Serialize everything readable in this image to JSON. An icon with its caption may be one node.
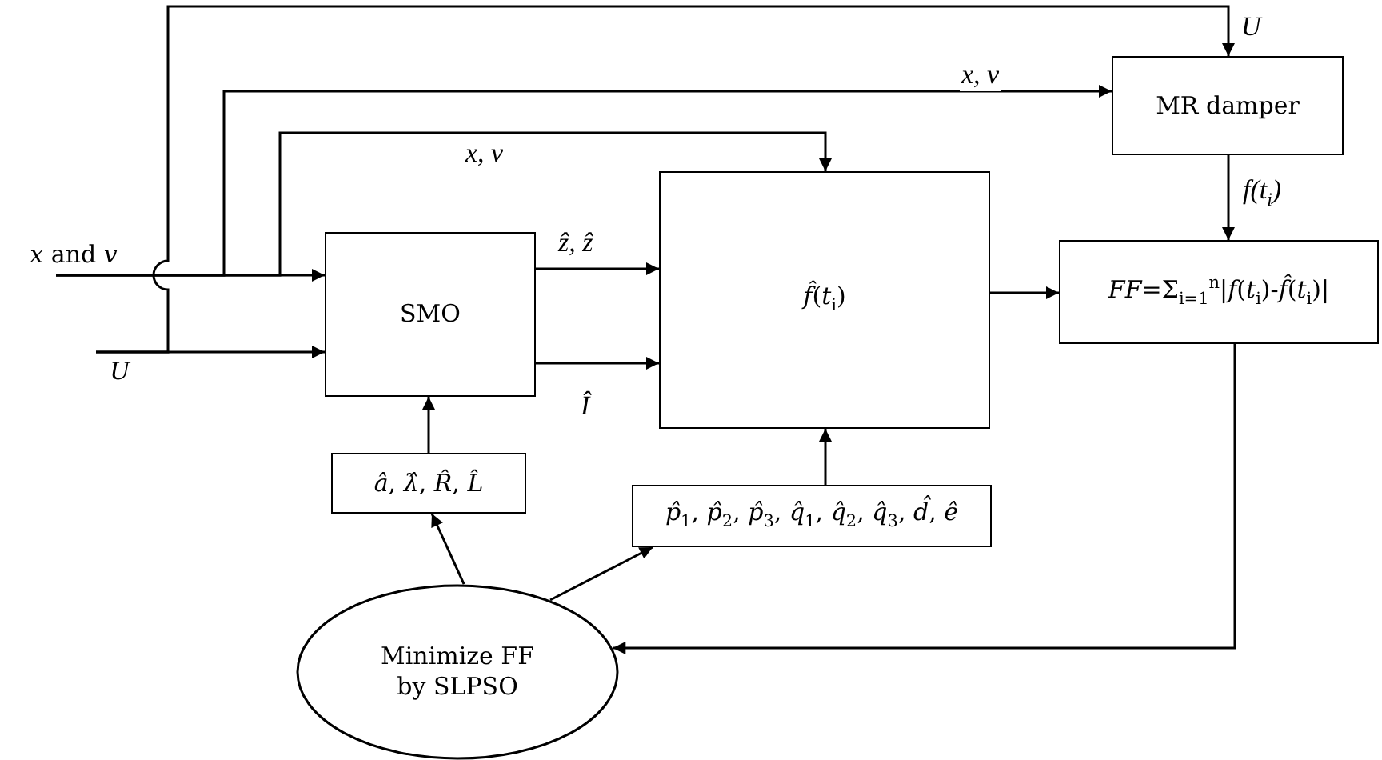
{
  "diagram": {
    "nodes": [
      {
        "text": [
          "*x* and *v*"
        ]
      },
      {
        "text": [
          "U"
        ]
      },
      {
        "text": [
          "SMO"
        ]
      },
      {
        "text": [
          "*f̂*(*t*$_{i}$)"
        ]
      },
      {
        "text": [
          "MR damper"
        ]
      },
      {
        "text": [
          "*FF*=Σ$_{i=1}$$^{n}$|*f*(*t*$_{i}$)-*f̂*(*t*$_{i}$)|"
        ]
      },
      {
        "text": [
          "*â*, *λ̂*, *R̂*, *L̂*"
        ]
      },
      {
        "text": [
          "*p̂*$_{1}$, *p̂*$_{2}$, *p̂*$_{3}$, *q̂*$_{1}$, *q̂*$_{2}$, *q̂*$_{3}$, *d̂*, *ê*"
        ]
      },
      {
        "text": [
          "Minimize FF by SLPSO"
        ]
      }
    ],
    "edges": [
      {
        "from": 0,
        "to": 2,
        "arrow": "to"
      },
      {
        "from": 1,
        "to": 2,
        "arrow": "to"
      },
      {
        "from": 0,
        "to": 4,
        "arrow": "to",
        "label": "x, v"
      },
      {
        "from": 0,
        "to": 3,
        "arrow": "to",
        "label": "x, v"
      },
      {
        "from": 1,
        "to": 4,
        "arrow": "to",
        "label": "U"
      },
      {
        "from": 2,
        "to": 3,
        "arrow": "to",
        "label": "ẑ, ẑ"
      },
      {
        "from": 2,
        "to": 3,
        "arrow": "to",
        "label": "Î"
      },
      {
        "from": 3,
        "to": 5,
        "arrow": "to"
      },
      {
        "from": 4,
        "to": 5,
        "arrow": "to",
        "label": "f(t$_{i}$)"
      },
      {
        "from": 5,
        "to": 8,
        "arrow": "to"
      },
      {
        "from": 8,
        "to": 6,
        "arrow": "to"
      },
      {
        "from": 8,
        "to": 7,
        "arrow": "to"
      },
      {
        "from": 6,
        "to": 2,
        "arrow": "to"
      },
      {
        "from": 7,
        "to": 3,
        "arrow": "to"
      }
    ]
  }
}
